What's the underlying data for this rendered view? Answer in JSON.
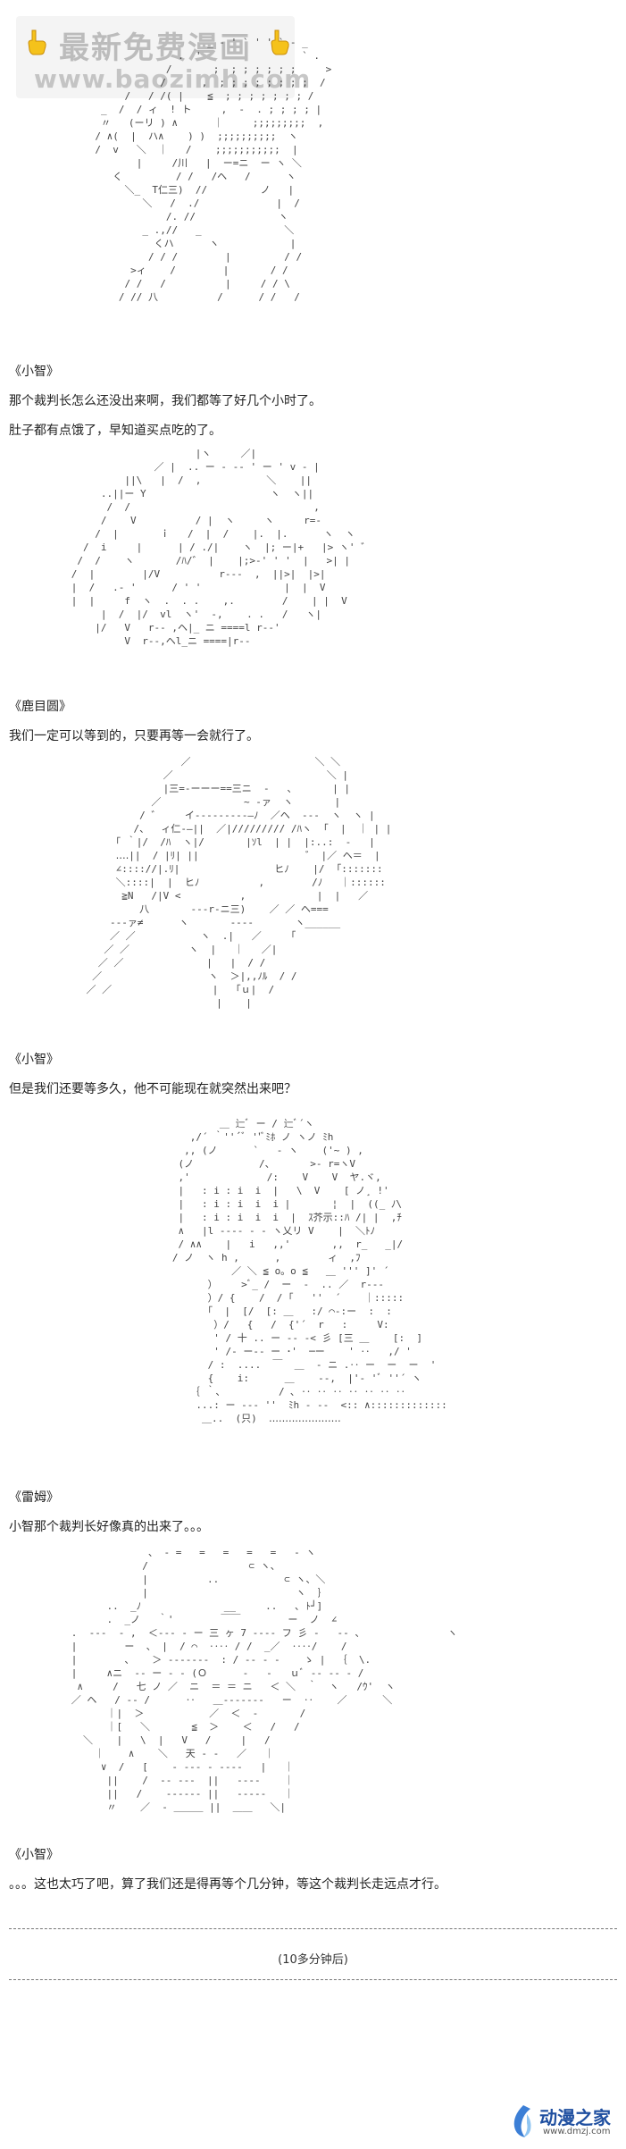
{
  "watermark_top": {
    "title": "最新免费漫画",
    "url": "www.baozimh.com"
  },
  "watermark_bottom": {
    "name": "动漫之家",
    "url": "www.dmzj.com"
  },
  "art": [
    "                          _ - ' ` ' ' ` - _\n                     .  '                 ` .\n                   /       ;  ; ; ; ; ; ;     >\n                  /      ,  ; ; ; ; ; ; ; ;  /\n            /   / /( |    ≦  ; ; ; ; ; ; ; /\n        _  /  / ィ  ! ト     ,  -  . ; ; ; ; |\n        〃   (ーリ ) ∧      ｜     ;;;;;;;;;  ,\n       / ∧(  |  ハ∧    ) )  ;;;;;;;;;;  ヽ\n       /  v   ＼  ｜   /    ;;;;;;;;;;;  |\n              |     /川   |  ー=ニ  ー ヽ ＼\n          く         / /   /ヘ   /      ヽ\n            ＼_  T仁三)  //         ノ   |\n               ＼   /  ./             |  /\n                   /. //              ヽ\n               _ .,//   _              ＼\n                 くハ      ヽ            |\n                / / /        |         / /\n             >ィ    /        |       / /\n            / /   /          |     / / \\\n           / // 八          /      / /   /",
    "                           |ヽ     ／|\n                    ／ |  .. ー ‐ ‐‐ ' ー ' v ‐ |\n               ||\\   |  /  ,           ＼    ||\n           ..||ー Y                     ヽ  ヽ||\n            /  /                               ,\n           /    V          / |  ヽ     ヽ     r=-\n          /  |       ｉ   /  |  /    |.  |.      ヽ  ヽ\n        /  i     |      | / ./|    ヽ  |; ー|+   |> ヽ' ゛\n       /  /    ヽ       /ﾊ/゛ |    |;>-' ' '  |   >| |\n      /  |        |/V          r‐‐‐  ,  ||>|  |>|\n      |  /   .- '      / ' '              |  |  V\n      |  |     f  ヽ  .  . .    ,.        /    | |  V\n           |  /  |/  vl  ヽ'  ‐,    . .   /   ヽ|\n          |/   V   r-‐ ,ヘ|_ ニ ====l r-‐'\n               V  r-‐,ヘl_ニ ====|r‐‐",
    "                    ／                     ＼ ＼\n                 ／                          ＼ |\n                 |三=-ーーー==三ニ  -   、      | |\n               ／              ~ -ァ  ヽ       |\n             / ゛    イ---------―ﾉ  ／ヘ  ‐‐‐  ヽ  ヽ |\n            /、  ィ仁-―||  ／|///////// /ﾊヽ  ｢  |  ｜ | |\n         ｢ ｀|/  /ﾊ  ヽ|/       |ｿl  | |  |:..:  -   |\n         ‥‥||  / |ﾘ| ||                  ゛ |／ ヘ＝  |\n         ∠:::://|.ﾘ|                ヒﾉ    |/  ｢:::::::\n         ＼::::|  |  ヒﾉ          ,        /ﾉ   ｜::::::\n          ≧N   /|V <          ,            |  |   ／\n             八       ‐‐‐r‐ニ三)    ／ ／ ヘ===\n        ‐‐‐ァ≠      ヽ       ‐‐‐‐       ヽ______\n        ／ ／           ヽ  .|   ／     ｢\n       ／ ／          ヽ  |   ｜   ／|\n      ／ ／              |   |  / /\n     ／                  ヽ  ＞|,,ﾉﾙ  / /\n    ／ ／                 |   ｢ｕ|  /\n                          |    |",
    "                   ＿ 辷ﾞ ー / 辷ﾞ´ヽ\n              ,/´ ｀''´ﾞ ''ﾞﾐﾎ ノ ヽノ ﾐh\n             ,, (ノ      `   ‐ ヽ    ('~ ) ,\n            (ノ           /、      >- r=ヽV\n            ,'             /:    V    V  ヤ.ヾ,\n            |   : i : i  i  |   \\  V    [ ノ¸ !'\n            |   : i : i  i  i |       ¦  |  ((_ ﾉ\\\n            |   : i : i  i  i  |  ｽ芥示::ﾊ /| |  ,ﾁ\n            ∧   |l ---- - - ヽ乂リ V    |  ＼ﾄﾉ\n            / ∧∧    |   i   ,,'       ,,  r_   _|/\n           / ノ  ヽ h ,      ,        ィ  ,ﾌ\n                     ／ ＼ ≦ o。o ≦   ＿ ''' ]' ´\n                 ）    >ﾞ_ /  ー  -  .. ／  r-‐-\n                 ）/ {    /  / ｢   ''  ´    ｜:::::\n                 ｢  |  [/  [: ＿   :/ ⌒-:ー  :  :\n                  ）/   {   /  {'´  r   :     V:\n                  ' / 十 .. ー ‐‐ ‐< 彡 [三 ＿    [:  ]\n                  ' /‐ ー‐‐ ー ･'  ─ー    ' ‥   ,/ '\n                 / :  ....  ￣  ＿  ‐ ニ .‥ ー  ー  ー  '\n                 {    i:      ＿    ‐‐,  |'‐ 'ﾞ ''´ ヽ\n              ｛ ｀、         / ､ ‥ ‥ ‥ ‥ ‥ ‥ ‥\n               ...: ー ‐‐‐ ''  ﾐh ‐ ‐‐  <:: ∧:::::::::::::\n                ＿..  (只)  ‥‥‥‥‥‥‥‥‥‥‥",
    "                   、 - =   =   =   =   =   - ヽ\n                  /                 ⊂ ヽ、\n                  |          ..           ⊂ ヽ、＼\n                  |                         ヽ  ｝\n            ..  _ﾉ              __     ..   ､ ﾄ┘]\n            .  _ノ   ｀'        ￣￣        ー  ノ  ∠\n      .  ‐‐‐  - ,  ＜‐‐‐ ‐ ー 三 ヶ 7 ‐‐‐‐ フ 彡 ‐   ‐‐ 、              ヽ\n      |        ー  、 |  / ⌒  ‥‥ / /  _／  ‥‥/    /\n      |        、   ＞ -‐‐‐‐‐‐  : / ‐‐ ‐ ‐    ゝ |  ｛  \\.\n      |     ∧ニ  ‐‐ ー ‐ ‐ (Ｏ      ‐   ‐   ｕﾞ ‐‐ ‐‐ ‐ /\n       ∧     /   七 ノ ／  ニ  ＝ ＝ ニ   ＜ ＼  ｀  ヽ   /ｳ'  ヽ\n      ／ ヘ   / ‐‐ /      ‥   ＿‐‐‐‐‐‐‐   ー  ‥    ／      ＼\n            ｜|  ＞           ／  ＜  ‐       /\n            ｜[   ＼       ≦  ＞    ＜   /   /\n        ＼    |   \\  |   V   /     |   /\n          ｜    ∧    ＼   天 ‐ -   ／   ｜\n           ∨  /   [    ‐ ‐‐‐ ‐ -‐‐‐   |   ｜\n            ||    /  ‐‐ ‐‐‐  ||   ‐‐‐‐    ｜\n            ||   /    ‐‐‐‐‐‐ ||   ‐‐‐‐‐   ｜\n            〃    ／  ‐ ＿＿＿ ||  ＿＿   ＼|"
  ],
  "dialogues": [
    {
      "speaker": "《小智》",
      "lines": [
        "那个裁判长怎么还没出来啊，我们都等了好几个小时了。",
        "肚子都有点饿了，早知道买点吃的了。"
      ]
    },
    {
      "speaker": "《鹿目圆》",
      "lines": [
        "我们一定可以等到的，只要再等一会就行了。"
      ]
    },
    {
      "speaker": "《小智》",
      "lines": [
        "但是我们还要等多久，他不可能现在就突然出来吧？"
      ]
    },
    {
      "speaker": "《雷姆》",
      "lines": [
        "小智那个裁判长好像真的出来了。。。"
      ]
    },
    {
      "speaker": "《小智》",
      "lines": [
        "。。。这也太巧了吧，算了我们还是得再等个几分钟，等这个裁判长走远点才行。"
      ]
    }
  ],
  "time_skip": "(10多分钟后)"
}
